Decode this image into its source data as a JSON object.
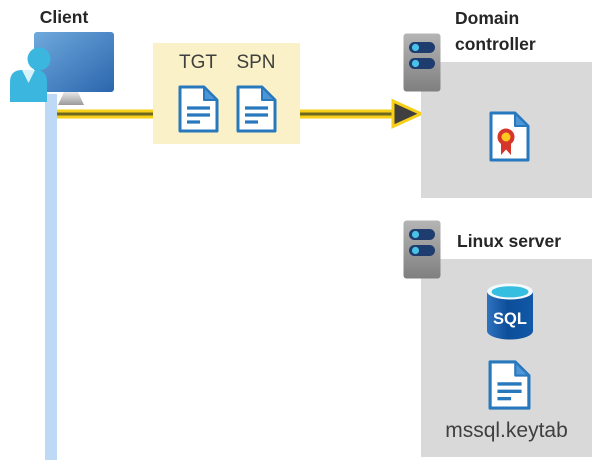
{
  "client": {
    "title": "Client"
  },
  "token_box": {
    "tgt_label": "TGT",
    "spn_label": "SPN"
  },
  "domain_controller": {
    "title": "Domain controller"
  },
  "linux_server": {
    "title": "Linux server",
    "sql_icon_label": "SQL",
    "keytab_label": "mssql.keytab"
  },
  "icons": {
    "client": "user-workstation-icon",
    "domain_controller": "server-icon",
    "linux_server": "server-icon",
    "tgt": "document-icon",
    "spn": "document-icon",
    "domain_controller_content": "certificate-icon",
    "linux_sql": "sql-database-icon",
    "linux_keytab": "document-icon",
    "flow": "arrow-right"
  },
  "colors": {
    "arrow_yellow": "#F6CF16",
    "arrow_core_olive": "#6F6820",
    "arrowhead_dark": "#3F3F3F",
    "token_box_bg": "#FAF1C8",
    "panel_gray": "#D9D9D9",
    "document_blue": "#2878BE",
    "document_fold_blue": "#4C96D7",
    "client_line_blue": "#BDD9F5",
    "person_cyan": "#3BB6DF",
    "monitor_blue": "#2B66AE",
    "sql_body_blue": "#0D4E98",
    "sql_top_cyan": "#35BEE0",
    "server_pill_navy": "#1E3C6E",
    "server_dot_cyan": "#4AC2E8",
    "certificate_red": "#D5352B",
    "certificate_yellow": "#FFC81E",
    "title_text": "#262626",
    "label_text": "#3F3F3F"
  }
}
